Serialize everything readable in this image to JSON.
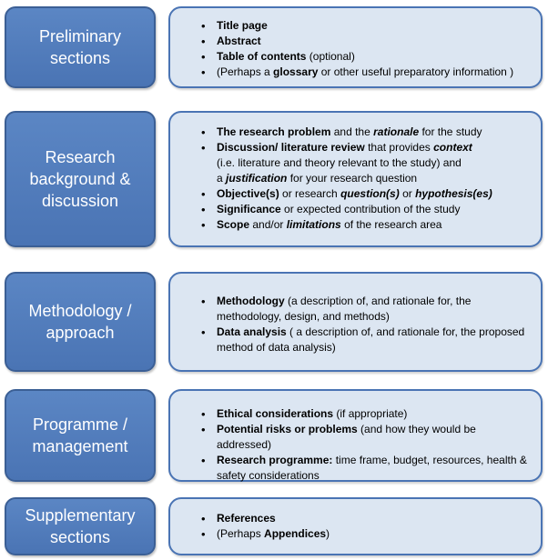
{
  "sections": [
    {
      "label": "Preliminary\nsections",
      "items": [
        {
          "segments": [
            {
              "t": "Title page",
              "b": true
            }
          ]
        },
        {
          "segments": [
            {
              "t": "Abstract",
              "b": true
            }
          ]
        },
        {
          "segments": [
            {
              "t": "Table of contents",
              "b": true
            },
            {
              "t": " (optional)"
            }
          ]
        },
        {
          "segments": [
            {
              "t": "(Perhaps a "
            },
            {
              "t": "glossary",
              "b": true
            },
            {
              "t": " or other useful preparatory  information )"
            }
          ]
        }
      ]
    },
    {
      "label": "Research\nbackground &\ndiscussion",
      "items": [
        {
          "segments": [
            {
              "t": "The research problem",
              "b": true
            },
            {
              "t": " and the "
            },
            {
              "t": "rationale",
              "b": true,
              "i": true
            },
            {
              "t": " for the study"
            }
          ]
        },
        {
          "segments": [
            {
              "t": "Discussion/ literature review",
              "b": true
            },
            {
              "t": "  that  provides "
            },
            {
              "t": "context",
              "b": true,
              "i": true
            },
            {
              "br": true
            },
            {
              "t": "(i.e. literature and theory relevant to the study)  and"
            },
            {
              "br": true
            },
            {
              "t": "a  "
            },
            {
              "t": "justification",
              "b": true,
              "i": true
            },
            {
              "t": " for your research question"
            }
          ]
        },
        {
          "segments": [
            {
              "t": "Objective(s)",
              "b": true
            },
            {
              "t": " or research "
            },
            {
              "t": "question(s)",
              "b": true,
              "i": true
            },
            {
              "t": " or "
            },
            {
              "t": "hypothesis(es)",
              "b": true,
              "i": true
            }
          ]
        },
        {
          "segments": [
            {
              "t": "Significance",
              "b": true
            },
            {
              "t": " or  expected contribution of the study"
            }
          ]
        },
        {
          "segments": [
            {
              "t": "Scope",
              "b": true
            },
            {
              "t": " and/or  "
            },
            {
              "t": "limitations",
              "b": true,
              "i": true
            },
            {
              "t": " of the research area"
            }
          ]
        }
      ]
    },
    {
      "label": "Methodology /\napproach",
      "items": [
        {
          "segments": [
            {
              "t": "Methodology",
              "b": true
            },
            {
              "t": "  (a description of, and rationale for, the methodology, design, and methods)"
            }
          ]
        },
        {
          "segments": [
            {
              "t": "Data analysis",
              "b": true
            },
            {
              "t": " ( a description of, and rationale for, the proposed method of data analysis)"
            }
          ]
        }
      ]
    },
    {
      "label": "Programme /\nmanagement",
      "items": [
        {
          "segments": [
            {
              "t": "Ethical considerations",
              "b": true
            },
            {
              "t": " (if appropriate)"
            }
          ]
        },
        {
          "segments": [
            {
              "t": "Potential risks or problems",
              "b": true
            },
            {
              "t": " (and how they would be addressed)"
            }
          ]
        },
        {
          "segments": [
            {
              "t": "Research programme:",
              "b": true
            },
            {
              "t": " time frame, budget, resources, health & safety considerations"
            }
          ]
        }
      ]
    },
    {
      "label": "Supplementary\nsections",
      "items": [
        {
          "segments": [
            {
              "t": "References",
              "b": true
            }
          ]
        },
        {
          "segments": [
            {
              "t": "(Perhaps "
            },
            {
              "t": "Appendices",
              "b": true
            },
            {
              "t": ")"
            }
          ]
        }
      ]
    }
  ]
}
